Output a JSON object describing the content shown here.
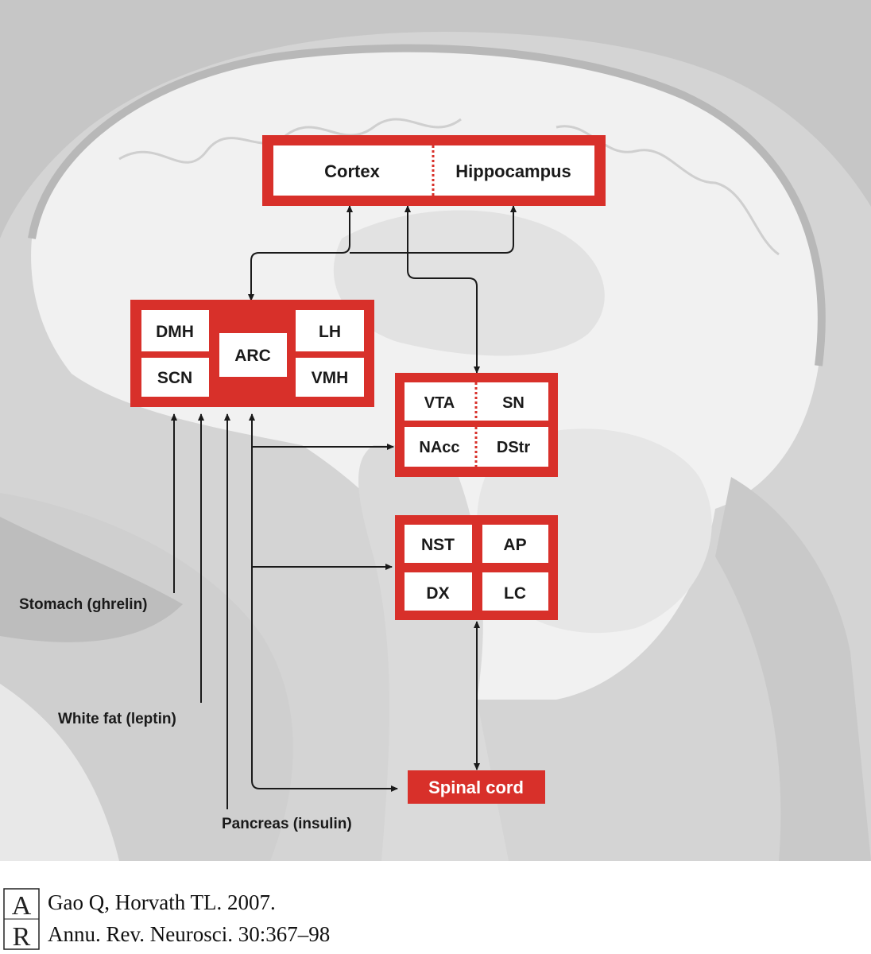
{
  "diagram": {
    "top_box": {
      "left": "Cortex",
      "right": "Hippocampus"
    },
    "hypothalamus_box": {
      "top_left": "DMH",
      "bottom_left": "SCN",
      "center": "ARC",
      "top_right": "LH",
      "bottom_right": "VMH"
    },
    "midbrain_box": {
      "top_left": "VTA",
      "top_right": "SN",
      "bottom_left": "NAcc",
      "bottom_right": "DStr"
    },
    "hindbrain_box": {
      "top_left": "NST",
      "top_right": "AP",
      "bottom_left": "DX",
      "bottom_right": "LC"
    },
    "spinal_cord": "Spinal cord",
    "inputs": {
      "stomach": "Stomach (ghrelin)",
      "white_fat": "White fat (leptin)",
      "pancreas": "Pancreas (insulin)"
    },
    "colors": {
      "box_red": "#d8302a",
      "arrow": "#1a1a1a",
      "background": "#d9d9d9"
    }
  },
  "citation": {
    "line1": "Gao Q, Horvath TL. 2007.",
    "line2": "Annu. Rev. Neurosci. 30:367–98"
  }
}
